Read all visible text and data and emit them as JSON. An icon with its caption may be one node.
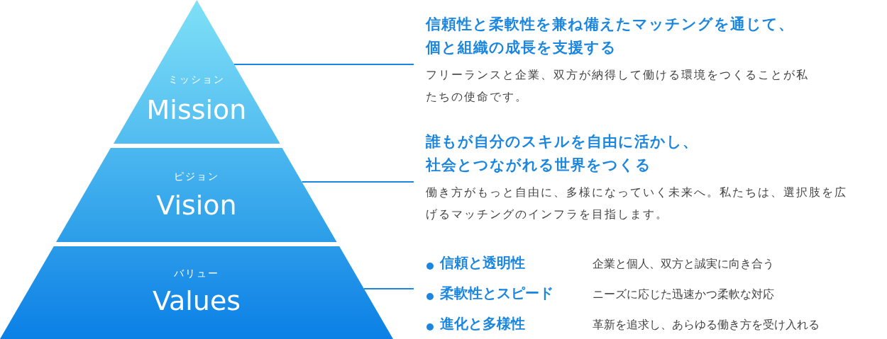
{
  "diagram": {
    "nodes": [
      {
        "text": [
          "ミッション",
          "Mission"
        ]
      },
      {
        "text": [
          "ピジョン",
          "Vision"
        ]
      },
      {
        "text": [
          "バリュー",
          "Values"
        ]
      },
      {
        "text": [
          "信頼性と柔軟性を兼ね備えたマッチングを通じて、個と組織の成長を支援する",
          "フリーランスと企業、双方が納得して働ける環境をつくることが私たちの使命です。"
        ]
      },
      {
        "text": [
          "誰もが自分のスキルを自由に活かし、社会とつながれる世界をつくる",
          "働き方がもっと自由に、多様になっていく未来へ。私たちは、選択肢を広げるマッチングのインフラを目指します。"
        ]
      },
      {
        "text": [
          "信頼と透明性",
          "企業と個人、双方と誠実に向き合う",
          "柔軟性とスピード",
          "ニーズに応じた迅速かつ柔軟な対応",
          "進化と多様性",
          "革新を追求し、あらゆる働き方を受け入れる"
        ]
      }
    ],
    "edges": [
      {
        "from": 0,
        "to": 3,
        "arrow": "none"
      },
      {
        "from": 1,
        "to": 4,
        "arrow": "none"
      },
      {
        "from": 2,
        "to": 5,
        "arrow": "none"
      }
    ]
  }
}
